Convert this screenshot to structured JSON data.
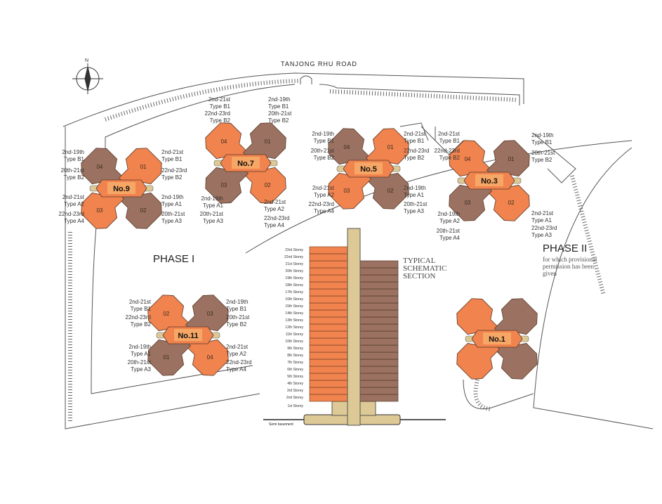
{
  "road_name": "TANJONG RHU ROAD",
  "compass_label": "N",
  "phase_1": {
    "title": "PHASE I"
  },
  "phase_2": {
    "title": "PHASE II",
    "note": "for which provisional permission has been given"
  },
  "colors": {
    "orange": "#f0834e",
    "brown": "#9b7261",
    "plate": "#f7a765",
    "beige": "#ddc995",
    "line": "#555555"
  },
  "towers": [
    {
      "id": "9",
      "name": "No.9",
      "wings": [
        {
          "n": "04",
          "c": "brown"
        },
        {
          "n": "01",
          "c": "orange"
        },
        {
          "n": "02",
          "c": "brown"
        },
        {
          "n": "03",
          "c": "orange"
        }
      ],
      "labels": [
        [
          "2nd-19th",
          "Type B1"
        ],
        [
          "20th-21st",
          "Type B2"
        ],
        [
          "2nd-21st",
          "Type A2"
        ],
        [
          "22nd-23rd",
          "Type A4"
        ],
        [
          "2nd-21st",
          "Type B1"
        ],
        [
          "22nd-23rd",
          "Type B2"
        ],
        [
          "2nd-19th",
          "Type A1"
        ],
        [
          "20th-21st",
          "Type A3"
        ]
      ]
    },
    {
      "id": "7",
      "name": "No.7",
      "wings": [
        {
          "n": "04",
          "c": "orange"
        },
        {
          "n": "01",
          "c": "brown"
        },
        {
          "n": "02",
          "c": "orange"
        },
        {
          "n": "03",
          "c": "brown"
        }
      ],
      "labels": [
        [
          "2nd-21st",
          "Type B1"
        ],
        [
          "22nd-23rd",
          "Type B2"
        ],
        [
          "2nd-19th",
          "Type A1"
        ],
        [
          "20th-21st",
          "Type A3"
        ],
        [
          "2nd-19th",
          "Type B1"
        ],
        [
          "20th-21st",
          "Type B2"
        ],
        [
          "2nd-21st",
          "Type A2"
        ],
        [
          "22nd-23rd",
          "Type A4"
        ]
      ]
    },
    {
      "id": "5",
      "name": "No.5",
      "wings": [
        {
          "n": "04",
          "c": "brown"
        },
        {
          "n": "01",
          "c": "orange"
        },
        {
          "n": "02",
          "c": "brown"
        },
        {
          "n": "03",
          "c": "orange"
        }
      ],
      "labels": [
        [
          "2nd-19th",
          "Type B1"
        ],
        [
          "20th-21st",
          "Type B2"
        ],
        [
          "2nd-21st",
          "Type A2"
        ],
        [
          "22nd-23rd",
          "Type A4"
        ],
        [
          "2nd-21st",
          "Type B1"
        ],
        [
          "22nd-23rd",
          "Type B2"
        ],
        [
          "2nd-19th",
          "Type A1"
        ],
        [
          "20th-21st",
          "Type A3"
        ]
      ]
    },
    {
      "id": "3",
      "name": "No.3",
      "wings": [
        {
          "n": "04",
          "c": "orange"
        },
        {
          "n": "01",
          "c": "brown"
        },
        {
          "n": "02",
          "c": "orange"
        },
        {
          "n": "03",
          "c": "brown"
        }
      ],
      "labels": [
        [
          "2nd-21st",
          "Type B1"
        ],
        [
          "22nd-23rd",
          "Type B2"
        ],
        [
          "2nd-19th",
          "Type A2"
        ],
        [
          "20th-21st",
          "Type A4"
        ],
        [
          "2nd-19th",
          "Type B1"
        ],
        [
          "20th-21st",
          "Type B2"
        ],
        [
          "2nd-21st",
          "Type A1"
        ],
        [
          "22nd-23rd",
          "Type A3"
        ]
      ]
    },
    {
      "id": "11",
      "name": "No.11",
      "wings": [
        {
          "n": "02",
          "c": "orange"
        },
        {
          "n": "03",
          "c": "brown"
        },
        {
          "n": "04",
          "c": "orange"
        },
        {
          "n": "01",
          "c": "brown"
        }
      ],
      "labels": [
        [
          "2nd-21st",
          "Type B1"
        ],
        [
          "22nd-23rd",
          "Type B2"
        ],
        [
          "2nd-19th",
          "Type A1"
        ],
        [
          "20th-21st",
          "Type A3"
        ],
        [
          "2nd-19th",
          "Type B1"
        ],
        [
          "20th-21st",
          "Type B2"
        ],
        [
          "2nd-21st",
          "Type A2"
        ],
        [
          "22nd-23rd",
          "Type A4"
        ]
      ]
    },
    {
      "id": "1",
      "name": "No.1",
      "wings": [
        {
          "n": "",
          "c": "orange"
        },
        {
          "n": "",
          "c": "brown"
        },
        {
          "n": "",
          "c": "brown"
        },
        {
          "n": "",
          "c": "orange"
        }
      ],
      "labels": []
    }
  ],
  "section": {
    "title": "TYPICAL SCHEMATIC SECTION",
    "storeys": [
      "23rd Storey",
      "22nd Storey",
      "21st Storey",
      "20th Storey",
      "19th Storey",
      "18th Storey",
      "17th Storey",
      "16th Storey",
      "15th Storey",
      "14th Storey",
      "13th Storey",
      "12th Storey",
      "11th Storey",
      "10th Storey",
      "9th Storey",
      "8th Storey",
      "7th Storey",
      "6th Storey",
      "5th Storey",
      "4th Storey",
      "3rd Storey",
      "2nd Storey",
      "1st Storey"
    ],
    "basement": "Semi basement",
    "orange_floors": 22,
    "brown_floors": 20
  }
}
